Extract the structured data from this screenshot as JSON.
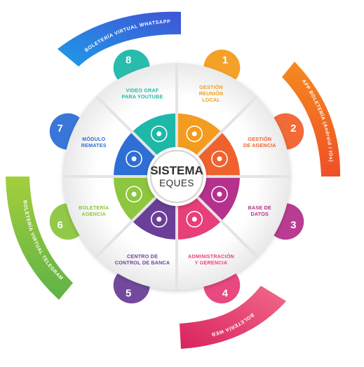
{
  "center": {
    "title": "SISTEMA",
    "subtitle": "EQUES"
  },
  "segments": [
    {
      "number": "1",
      "label_lines": [
        "GESTIÓN",
        "REUNIÓN",
        "LOCAL"
      ],
      "color": "#f39c1f",
      "icon": "people-group-icon"
    },
    {
      "number": "2",
      "label_lines": [
        "GESTIÓN",
        "DE AGENCIA"
      ],
      "color": "#f0622d",
      "icon": "gears-icon"
    },
    {
      "number": "3",
      "label_lines": [
        "BASE DE",
        "DATOS"
      ],
      "color": "#b5318d",
      "icon": "database-icon"
    },
    {
      "number": "4",
      "label_lines": [
        "ADMINISTRACIÓN",
        "Y GERENCIA"
      ],
      "color": "#e83e7a",
      "icon": "manager-icon"
    },
    {
      "number": "5",
      "label_lines": [
        "CENTRO DE",
        "CONTROL DE BANCA"
      ],
      "color": "#6b3f98",
      "icon": "bank-icon"
    },
    {
      "number": "6",
      "label_lines": [
        "BOLETERÍA",
        "AGENCIA"
      ],
      "color": "#8dc63f",
      "icon": "ticket-icon"
    },
    {
      "number": "7",
      "label_lines": [
        "MÓDULO",
        "REMATES"
      ],
      "color": "#2e6fd6",
      "icon": "gavel-icon"
    },
    {
      "number": "8",
      "label_lines": [
        "VIDEO GRAF",
        "PARA YOUTUBE"
      ],
      "color": "#1db8a8",
      "icon": "video-icon"
    }
  ],
  "ribbons": {
    "whatsapp": {
      "text": "BOLETERÍA VIRTUAL WHATSAPP",
      "color": "#2f7ee0"
    },
    "app": {
      "text": "APP BOLETERÍA (Android / IOs)",
      "color": "#f26a22"
    },
    "telegram": {
      "text": "BOLETERÍA VIRTUAL TELEGRAM",
      "color": "#84c441"
    },
    "web": {
      "text": "BOLETERÍA WEB",
      "color": "#e8437a"
    }
  }
}
